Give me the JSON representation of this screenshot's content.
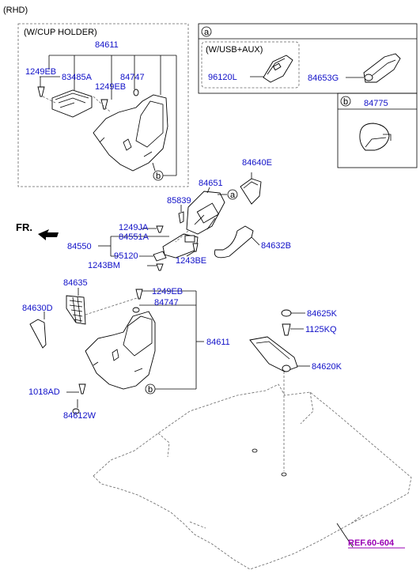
{
  "header": {
    "variant": "(RHD)"
  },
  "cup_holder_box": {
    "title": "(W/CUP HOLDER)",
    "circle_b": "b"
  },
  "ref_box_a": {
    "letter": "a",
    "sub_title": "(W/USB+AUX)"
  },
  "ref_box_b": {
    "letter": "b"
  },
  "front_label": "FR.",
  "callouts": {
    "cup_84611": "84611",
    "cup_1249EB_left": "1249EB",
    "cup_83485A": "83485A",
    "cup_1249EB_mid": "1249EB",
    "cup_84747": "84747",
    "a_96120L": "96120L",
    "a_84653G": "84653G",
    "b_84775": "84775",
    "p_84640E": "84640E",
    "p_84651": "84651",
    "p_85839": "85839",
    "p_1249JA": "1249JA",
    "p_84551A": "84551A",
    "p_84550": "84550",
    "p_95120": "95120",
    "p_1243BM": "1243BM",
    "p_1243BE": "1243BE",
    "p_84632B": "84632B",
    "p_84635": "84635",
    "p_84630D": "84630D",
    "p_1249EB": "1249EB",
    "p_84747": "84747",
    "p_84611": "84611",
    "p_1018AD": "1018AD",
    "p_84612W": "84612W",
    "p_84625K": "84625K",
    "p_1125KQ": "1125KQ",
    "p_84620K": "84620K",
    "ref": "REF.60-604",
    "circle_a_main": "a",
    "circle_b_main": "b"
  }
}
